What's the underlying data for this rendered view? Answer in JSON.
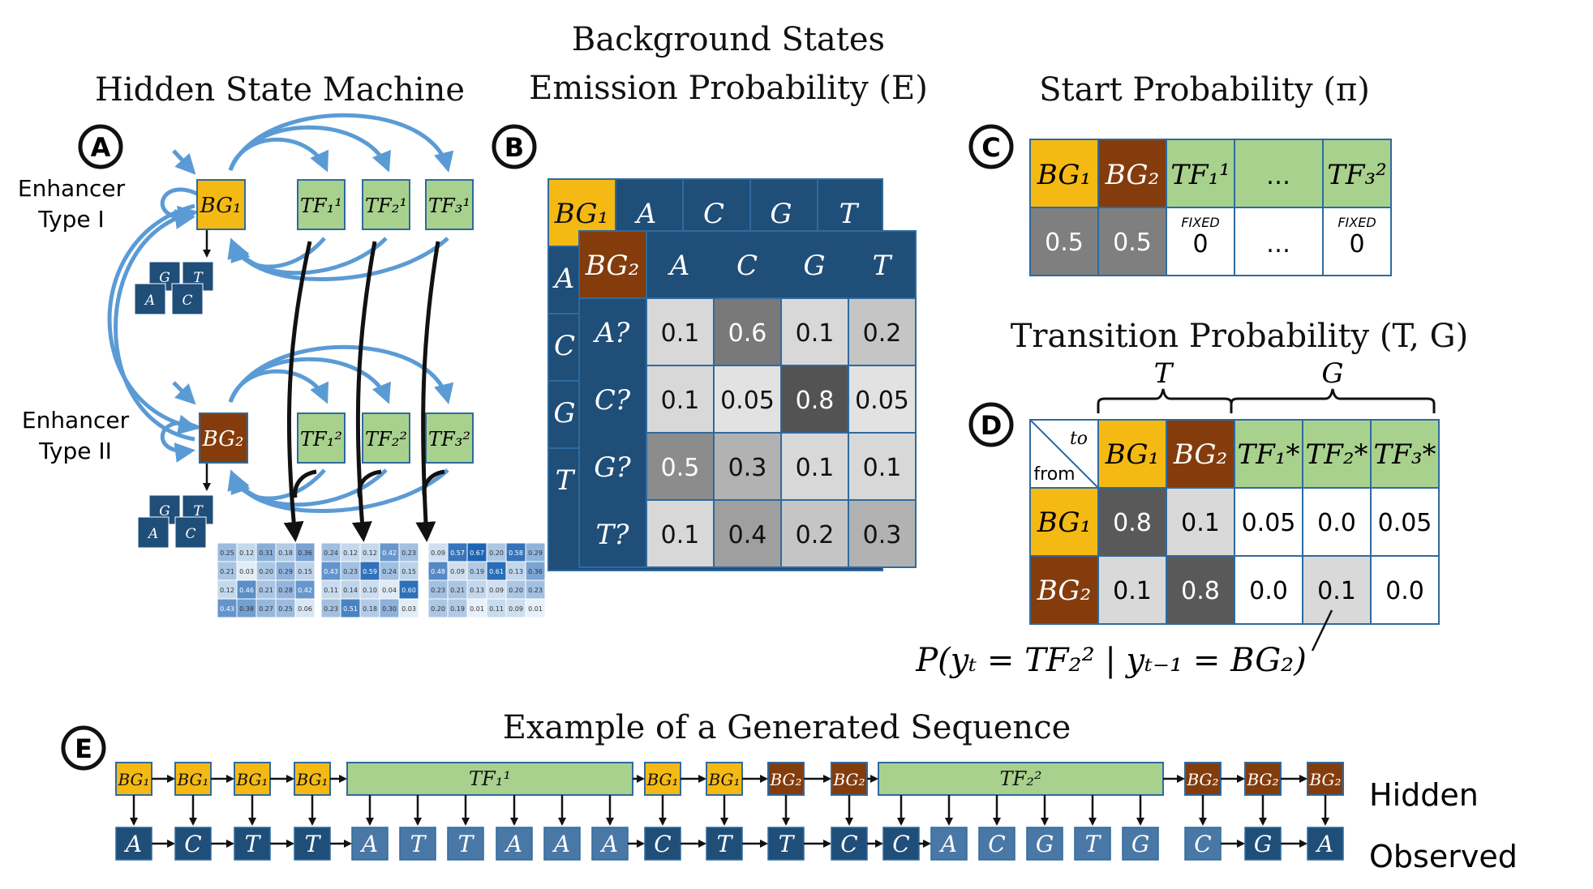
{
  "colors": {
    "bg1": "#f5b914",
    "bg2": "#843c0c",
    "tf": "#a9d18e",
    "blue": "#1f4e79",
    "blue_mid": "#2e5c8a",
    "arrow": "#5b9bd5",
    "grid_border": "#2f6a9e"
  },
  "titles": {
    "hidden_state_machine": "Hidden State Machine",
    "background_line1": "Background States",
    "background_line2": "Emission Probability (E)",
    "start_prob": "Start Probability (π)",
    "transition_prob": "Transition Probability (T, G)",
    "example": "Example of a Generated Sequence"
  },
  "panel_labels": [
    "A",
    "B",
    "C",
    "D",
    "E"
  ],
  "panelA": {
    "enhancer1": [
      "Enhancer",
      "Type I"
    ],
    "enhancer2": [
      "Enhancer",
      "Type II"
    ],
    "bg1": "BG₁",
    "bg2": "BG₂",
    "tfs_row1": [
      "TF₁¹",
      "TF₂¹",
      "TF₃¹"
    ],
    "tfs_row2": [
      "TF₁²",
      "TF₂²",
      "TF₃²"
    ],
    "emission_letters": [
      "G",
      "T",
      "A",
      "C"
    ]
  },
  "motifs": [
    [
      [
        "0.25",
        "0.12",
        "0.31",
        "0.18",
        "0.36"
      ],
      [
        "0.21",
        "0.03",
        "0.20",
        "0.29",
        "0.15"
      ],
      [
        "0.12",
        "0.46",
        "0.21",
        "0.28",
        "0.42"
      ],
      [
        "0.43",
        "0.38",
        "0.27",
        "0.25",
        "0.06"
      ]
    ],
    [
      [
        "0.24",
        "0.12",
        "0.12",
        "0.42",
        "0.23"
      ],
      [
        "0.43",
        "0.23",
        "0.59",
        "0.24",
        "0.15"
      ],
      [
        "0.11",
        "0.14",
        "0.10",
        "0.04",
        "0.60"
      ],
      [
        "0.23",
        "0.51",
        "0.18",
        "0.30",
        "0.03"
      ]
    ],
    [
      [
        "0.09",
        "0.57",
        "0.67",
        "0.20",
        "0.58",
        "0.29"
      ],
      [
        "0.48",
        "0.09",
        "0.19",
        "0.61",
        "0.13",
        "0.36"
      ],
      [
        "0.23",
        "0.21",
        "0.13",
        "0.09",
        "0.20",
        "0.23"
      ],
      [
        "0.20",
        "0.19",
        "0.01",
        "0.11",
        "0.09",
        "0.01"
      ]
    ]
  ],
  "panelB": {
    "back_corner": "BG₁",
    "front_corner": "BG₂",
    "cols": [
      "A",
      "C",
      "G",
      "T"
    ],
    "back_rows": [
      "A",
      "C",
      "G",
      "T"
    ],
    "rows": [
      "A?",
      "C?",
      "G?",
      "T?"
    ],
    "values": [
      [
        "0.1",
        "0.6",
        "0.1",
        "0.2"
      ],
      [
        "0.1",
        "0.05",
        "0.8",
        "0.05"
      ],
      [
        "0.5",
        "0.3",
        "0.1",
        "0.1"
      ],
      [
        "0.1",
        "0.4",
        "0.2",
        "0.3"
      ]
    ],
    "numeric": [
      [
        0.1,
        0.6,
        0.1,
        0.2
      ],
      [
        0.1,
        0.05,
        0.8,
        0.05
      ],
      [
        0.5,
        0.3,
        0.1,
        0.1
      ],
      [
        0.1,
        0.4,
        0.2,
        0.3
      ]
    ]
  },
  "panelC": {
    "headers": [
      "BG₁",
      "BG₂",
      "TF₁¹",
      "…",
      "TF₃²"
    ],
    "values": [
      "0.5",
      "0.5",
      "0",
      "…",
      "0"
    ],
    "fixed_label": "FIXED"
  },
  "panelD": {
    "brace_T": "T",
    "brace_G": "G",
    "corner_to": "to",
    "corner_from": "from",
    "cols": [
      "BG₁",
      "BG₂",
      "TF₁*",
      "TF₂*",
      "TF₃*"
    ],
    "rows": [
      "BG₁",
      "BG₂"
    ],
    "values": [
      [
        "0.8",
        "0.1",
        "0.05",
        "0.0",
        "0.05"
      ],
      [
        "0.1",
        "0.8",
        "0.0",
        "0.1",
        "0.0"
      ]
    ],
    "formula": "P(yₜ = TF₂² | yₜ₋₁ = BG₂)"
  },
  "panelE": {
    "hidden_label": "Hidden",
    "observed_label": "Observed",
    "hidden": [
      {
        "label": "BG₁",
        "type": "bg1"
      },
      {
        "label": "BG₁",
        "type": "bg1"
      },
      {
        "label": "BG₁",
        "type": "bg1"
      },
      {
        "label": "BG₁",
        "type": "bg1"
      },
      {
        "label": "TF₁¹",
        "type": "tf",
        "span": 6
      },
      {
        "label": "BG₁",
        "type": "bg1"
      },
      {
        "label": "BG₁",
        "type": "bg1"
      },
      {
        "label": "BG₂",
        "type": "bg2"
      },
      {
        "label": "BG₂",
        "type": "bg2"
      },
      {
        "label": "TF₂²",
        "type": "tf",
        "span": 6
      },
      {
        "label": "BG₂",
        "type": "bg2"
      },
      {
        "label": "BG₂",
        "type": "bg2"
      },
      {
        "label": "BG₂",
        "type": "bg2"
      }
    ],
    "observed": [
      "A",
      "C",
      "T",
      "T",
      "A",
      "T",
      "T",
      "A",
      "A",
      "A",
      "C",
      "T",
      "T",
      "C",
      "C",
      "A",
      "C",
      "G",
      "T",
      "G",
      "C",
      "G",
      "A"
    ]
  }
}
